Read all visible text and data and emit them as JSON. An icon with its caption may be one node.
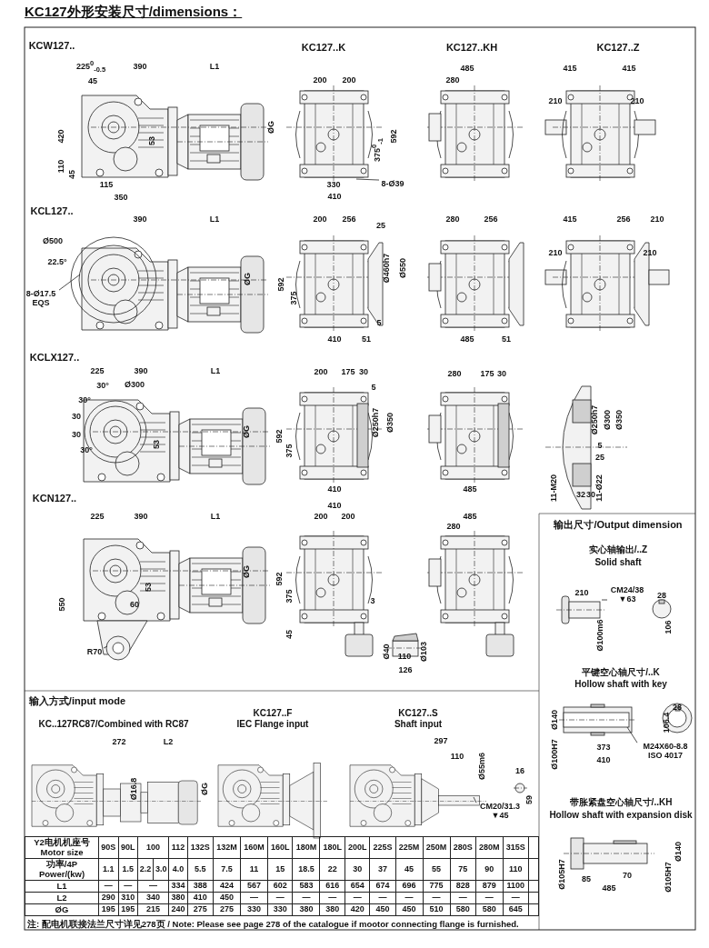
{
  "diagram": {
    "title": "KC127外形安装尺寸/dimensions：",
    "nodes": [
      {
        "text": [
          "8-Ø39"
        ]
      },
      {
        "text": [
          "8-Ø17.5 EQS"
        ]
      },
      {
        "text": [
          "R70"
        ]
      },
      {
        "text": [
          "CM24/38 ▼63"
        ]
      },
      {
        "text": [
          "M24X60-8.8 ISO 4017"
        ]
      },
      {
        "text": [
          "CM20/31.3 ▼45"
        ]
      }
    ],
    "edges": [
      {
        "from": 0,
        "to": null,
        "arrow": "none"
      },
      {
        "from": 1,
        "to": null,
        "arrow": "none"
      },
      {
        "from": 2,
        "to": null,
        "arrow": "none"
      },
      {
        "from": 3,
        "to": null,
        "arrow": "none"
      },
      {
        "from": 4,
        "to": null,
        "arrow": "none"
      },
      {
        "from": 5,
        "to": null,
        "arrow": "none"
      }
    ],
    "labels": [
      "KCW127..",
      "225$^{0}$$_{-0.5}$",
      "390",
      "L1",
      "KC127..K",
      "KC127..KH",
      "KC127..Z",
      "485",
      "415",
      "415",
      "45",
      "200",
      "200",
      "280",
      "210",
      "210",
      "420",
      "53",
      "ØG",
      "592",
      "375$^{0}$$_{-1}$",
      "110",
      "45",
      "115",
      "330",
      "350",
      "410",
      "KCL127..",
      "390",
      "L1",
      "200",
      "256",
      "280",
      "256",
      "415",
      "256",
      "210",
      "25",
      "Ø500",
      "210",
      "210",
      "22.5°",
      "Ø460h7",
      "Ø550",
      "ØG",
      "592",
      "375",
      "5",
      "410",
      "51",
      "485",
      "51",
      "KCLX127..",
      "225",
      "390",
      "L1",
      "200",
      "175",
      "30",
      "280",
      "175",
      "30",
      "30°",
      "Ø300",
      "5",
      "30°",
      "30",
      "Ø250h7",
      "Ø350",
      "ØG",
      "30",
      "592",
      "53",
      "30°",
      "375",
      "Ø250h7",
      "Ø300",
      "Ø350",
      "5",
      "25",
      "11-M20",
      "32",
      "30",
      "11-Ø22",
      "410",
      "485",
      "KCN127..",
      "410",
      "225",
      "390",
      "L1",
      "200",
      "200",
      "485",
      "280",
      "输出尺寸/Output dimension",
      "实心轴输出/..Z",
      "Solid shaft",
      "ØG",
      "592",
      "53",
      "210",
      "28",
      "375",
      "3",
      "550",
      "60",
      "Ø100m6",
      "106",
      "45",
      "Ø40",
      "Ø103",
      "110",
      "126",
      "平键空心轴尺寸/..K",
      "Hollow shaft with key",
      "28",
      "Ø140",
      "106.4",
      "373",
      "Ø100H7",
      "410",
      "输入方式/input mode",
      "KC..127RC87/Combined with RC87",
      "KC127..F",
      "IEC Flange input",
      "KC127..S",
      "Shaft input",
      "272",
      "L2",
      "297",
      "110",
      "16",
      "Ø55m6",
      "Ø16.8",
      "ØG",
      "59",
      "带胀紧盘空心轴尺寸/..KH",
      "Hollow shaft with expansion disk",
      "Ø140",
      "Ø105H7",
      "85",
      "70",
      "Ø105H7",
      "485",
      "Y2电机机座号 Motor size",
      "90S",
      "90L",
      "100",
      "112",
      "132S",
      "132M",
      "160M",
      "160L",
      "180M",
      "180L",
      "200L",
      "225S",
      "225M",
      "250M",
      "280S",
      "280M",
      "315S",
      "功率/4P Power/(kw)",
      "1.1",
      "1.5",
      "2.2",
      "3.0",
      "4.0",
      "5.5",
      "7.5",
      "11",
      "15",
      "18.5",
      "22",
      "30",
      "37",
      "45",
      "55",
      "75",
      "90",
      "110",
      "L1",
      "—",
      "—",
      "—",
      "334",
      "388",
      "424",
      "567",
      "602",
      "583",
      "616",
      "654",
      "674",
      "696",
      "775",
      "828",
      "879",
      "1100",
      "L2",
      "290",
      "310",
      "340",
      "380",
      "410",
      "450",
      "—",
      "—",
      "—",
      "—",
      "—",
      "—",
      "—",
      "—",
      "—",
      "—",
      "—",
      "ØG",
      "195",
      "195",
      "215",
      "240",
      "275",
      "275",
      "330",
      "330",
      "380",
      "380",
      "420",
      "450",
      "450",
      "510",
      "580",
      "580",
      "645",
      "注: 配电机联接法兰尺寸详见278页 / Note: Please see page 278 of the catalogue  if mootor connecting flange is furnished."
    ]
  }
}
